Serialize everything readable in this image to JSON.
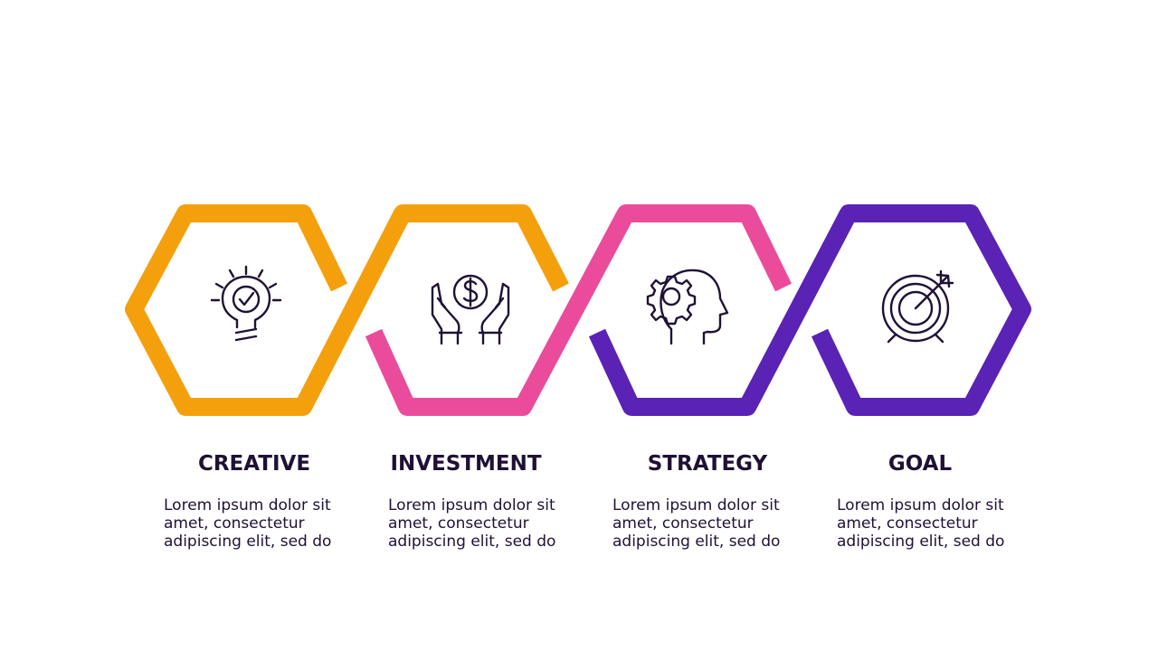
{
  "colors": {
    "orange": "#f4a00d",
    "pink": "#ea4c9b",
    "purple": "#5a22b5",
    "icon": "#1f1135",
    "text": "#1f1135",
    "background": "#ffffff"
  },
  "steps": [
    {
      "title": "CREATIVE",
      "text": "Lorem ipsum dolor sit\namet, consectetur\nadipiscing elit, sed do",
      "icon": "lightbulb-check-icon"
    },
    {
      "title": "INVESTMENT",
      "text": "Lorem ipsum dolor sit\namet, consectetur\nadipiscing elit, sed do",
      "icon": "hands-dollar-icon"
    },
    {
      "title": "STRATEGY",
      "text": "Lorem ipsum dolor sit\namet, consectetur\nadipiscing elit, sed do",
      "icon": "head-gear-icon"
    },
    {
      "title": "GOAL",
      "text": "Lorem ipsum dolor sit\namet, consectetur\nadipiscing elit, sed do",
      "icon": "target-arrow-icon"
    }
  ]
}
